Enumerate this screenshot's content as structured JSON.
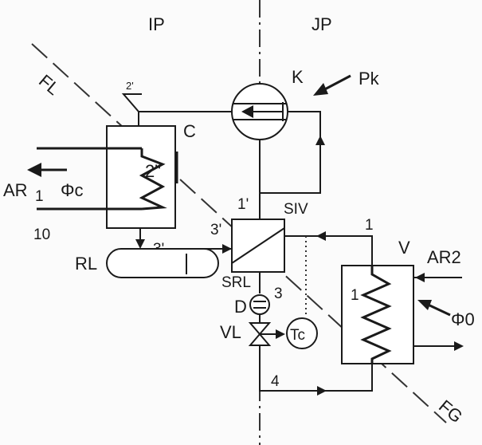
{
  "diagram": {
    "regions": {
      "left": "IP",
      "right": "JP"
    },
    "components": {
      "compressor": "K",
      "condenser": "C",
      "receiver": "RL",
      "heat_exchanger": "SIV",
      "evaporator": "V",
      "sight_glass": "D",
      "valve": "VL",
      "sensor": "Tc",
      "receiver_outlet": "SRL"
    },
    "streams": {
      "liquid_line": "FL",
      "gas_line": "FG",
      "condenser_air": "AR",
      "condenser_air_index": "1",
      "evaporator_air": "AR2",
      "point_10": "10"
    },
    "quantities": {
      "compressor_power": "Pk",
      "heat_rejected": "Φc",
      "heat_absorbed": "Φ0"
    },
    "state_points": {
      "p1": "1",
      "p1_evap": "1",
      "p1_prime": "1'",
      "p2": "2'",
      "p2_inside": "2\"",
      "p3": "3",
      "p3_prime": "3'",
      "p3_prime_left": "3'",
      "p4": "4"
    }
  }
}
